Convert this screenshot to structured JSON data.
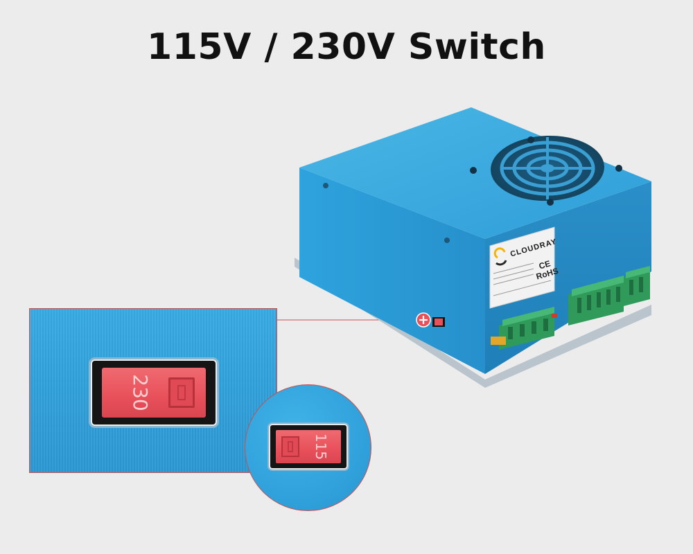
{
  "title": "115V / 230V Switch",
  "device": {
    "brand": "CLOUDRAY",
    "marks": [
      "CE",
      "RoHS"
    ],
    "body_color": "#2e9fda"
  },
  "zoom_large": {
    "switch_label": "230"
  },
  "zoom_small": {
    "switch_label": "115"
  },
  "colors": {
    "switch_red": "#e8505a",
    "callout_line": "#c9504f",
    "background": "#ececec"
  }
}
